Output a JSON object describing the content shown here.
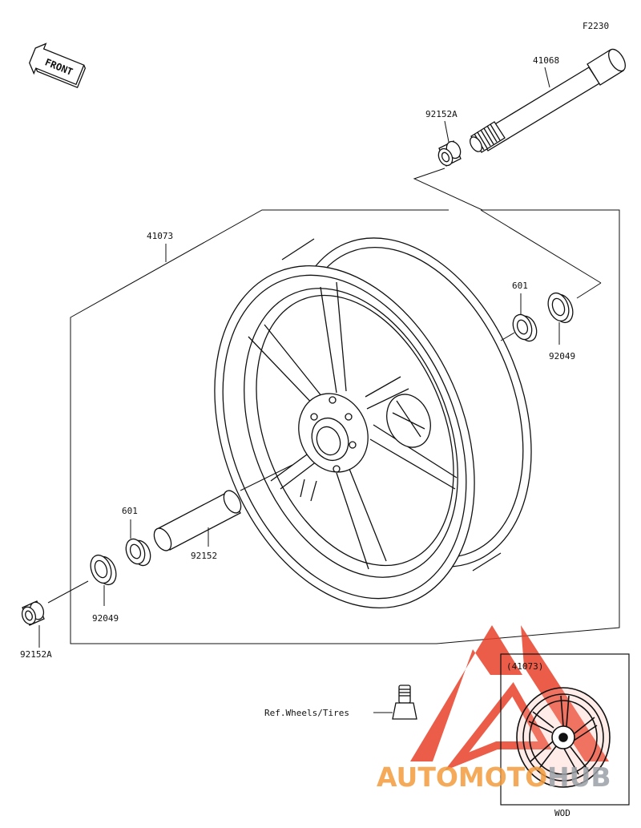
{
  "diagram_code": "F2230",
  "front_label": "FRONT",
  "parts": {
    "axle": "41068",
    "collar_top": "92152A",
    "wheel_assy": "41073",
    "bearing_right": "601",
    "seal_right": "92049",
    "bearing_left": "601",
    "spacer": "92152",
    "seal_left": "92049",
    "collar_left": "92152A"
  },
  "valve_ref": "Ref.Wheels/Tires",
  "inset": {
    "part": "(41073)",
    "caption": "WOD"
  },
  "watermark": {
    "text_a": "AUTOMOTO",
    "text_b": "HUB",
    "color_a": "#f39c3c",
    "color_b": "#9aa0a6",
    "logo_color": "#e8412a"
  }
}
